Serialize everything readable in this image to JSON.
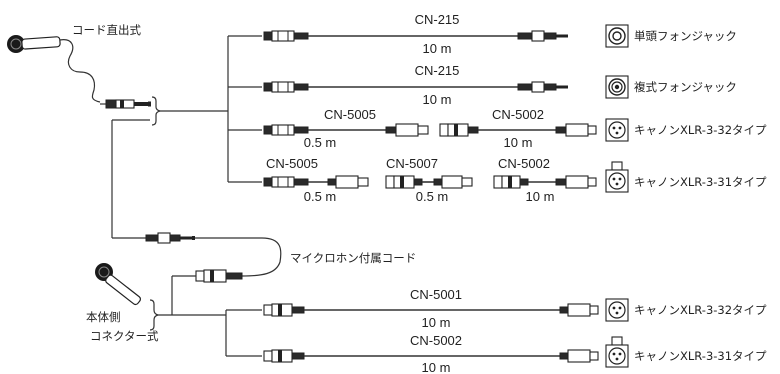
{
  "top_section": {
    "title": "コード直出式",
    "rows": [
      {
        "cables": [
          {
            "name": "CN-215",
            "length": "10 m"
          }
        ],
        "target": "単頭フォンジャック"
      },
      {
        "cables": [
          {
            "name": "CN-215",
            "length": "10 m"
          }
        ],
        "target": "複式フォンジャック"
      },
      {
        "cables": [
          {
            "name": "CN-5005",
            "length": "0.5 m"
          },
          {
            "name": "CN-5002",
            "length": "10 m"
          }
        ],
        "target": "キャノンXLR-3-32タイプ"
      },
      {
        "cables": [
          {
            "name": "CN-5005",
            "length": "0.5 m"
          },
          {
            "name": "CN-5007",
            "length": "0.5 m"
          },
          {
            "name": "CN-5002",
            "length": "10 m"
          }
        ],
        "target": "キャノンXLR-3-31タイプ"
      }
    ]
  },
  "accessory_cord_label": "マイクロホン付属コード",
  "bottom_section": {
    "title_line1": "本体側",
    "title_line2": "コネクター式",
    "rows": [
      {
        "cables": [
          {
            "name": "CN-5001",
            "length": "10 m"
          }
        ],
        "target": "キャノンXLR-3-32タイプ"
      },
      {
        "cables": [
          {
            "name": "CN-5002",
            "length": "10 m"
          }
        ],
        "target": "キャノンXLR-3-31タイプ"
      }
    ]
  }
}
